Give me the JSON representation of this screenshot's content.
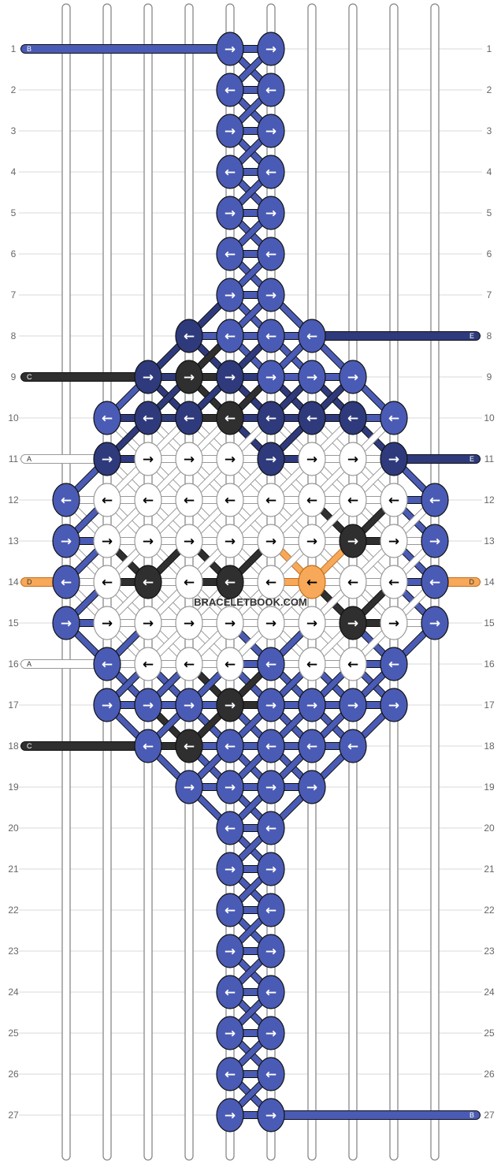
{
  "watermark": "BRACELETBOOK.COM",
  "colors": {
    "A": "#ffffff",
    "B": "#4a5bb5",
    "C": "#2f2f2f",
    "D": "#f7a858",
    "E": "#2e3a7c"
  },
  "rows": [
    "1",
    "2",
    "3",
    "4",
    "5",
    "6",
    "7",
    "8",
    "9",
    "10",
    "11",
    "12",
    "13",
    "14",
    "15",
    "16",
    "17",
    "18",
    "19",
    "20",
    "21",
    "22",
    "23",
    "24",
    "25",
    "26",
    "27"
  ],
  "side_strands": [
    {
      "row": 1,
      "side": "left",
      "label": "B",
      "color": "B"
    },
    {
      "row": 9,
      "side": "left",
      "label": "C",
      "color": "C"
    },
    {
      "row": 11,
      "side": "left",
      "label": "A",
      "color": "A"
    },
    {
      "row": 14,
      "side": "left",
      "label": "D",
      "color": "D"
    },
    {
      "row": 16,
      "side": "left",
      "label": "A",
      "color": "A"
    },
    {
      "row": 18,
      "side": "left",
      "label": "C",
      "color": "C"
    },
    {
      "row": 8,
      "side": "right",
      "label": "E",
      "color": "E"
    },
    {
      "row": 11,
      "side": "right",
      "label": "E",
      "color": "E"
    },
    {
      "row": 14,
      "side": "right",
      "label": "D",
      "color": "D"
    },
    {
      "row": 27,
      "side": "right",
      "label": "B",
      "color": "B"
    }
  ],
  "knots": [
    {
      "row": 1,
      "col": 6,
      "dir": "→",
      "color": "B"
    },
    {
      "row": 1,
      "col": 7,
      "dir": "→",
      "color": "B"
    },
    {
      "row": 2,
      "col": 6,
      "dir": "←",
      "color": "B"
    },
    {
      "row": 2,
      "col": 7,
      "dir": "←",
      "color": "B"
    },
    {
      "row": 3,
      "col": 6,
      "dir": "→",
      "color": "B"
    },
    {
      "row": 3,
      "col": 7,
      "dir": "→",
      "color": "B"
    },
    {
      "row": 4,
      "col": 6,
      "dir": "←",
      "color": "B"
    },
    {
      "row": 4,
      "col": 7,
      "dir": "←",
      "color": "B"
    },
    {
      "row": 5,
      "col": 6,
      "dir": "→",
      "color": "B"
    },
    {
      "row": 5,
      "col": 7,
      "dir": "→",
      "color": "B"
    },
    {
      "row": 6,
      "col": 6,
      "dir": "←",
      "color": "B"
    },
    {
      "row": 6,
      "col": 7,
      "dir": "←",
      "color": "B"
    },
    {
      "row": 7,
      "col": 6,
      "dir": "→",
      "color": "B"
    },
    {
      "row": 7,
      "col": 7,
      "dir": "→",
      "color": "B"
    },
    {
      "row": 8,
      "col": 5,
      "dir": "←",
      "color": "E"
    },
    {
      "row": 8,
      "col": 6,
      "dir": "←",
      "color": "B"
    },
    {
      "row": 8,
      "col": 7,
      "dir": "←",
      "color": "B"
    },
    {
      "row": 8,
      "col": 8,
      "dir": "←",
      "color": "B"
    },
    {
      "row": 9,
      "col": 4,
      "dir": "→",
      "color": "E"
    },
    {
      "row": 9,
      "col": 5,
      "dir": "→",
      "color": "C"
    },
    {
      "row": 9,
      "col": 6,
      "dir": "→",
      "color": "E"
    },
    {
      "row": 9,
      "col": 7,
      "dir": "→",
      "color": "B"
    },
    {
      "row": 9,
      "col": 8,
      "dir": "→",
      "color": "B"
    },
    {
      "row": 9,
      "col": 9,
      "dir": "→",
      "color": "B"
    },
    {
      "row": 10,
      "col": 3,
      "dir": "←",
      "color": "B"
    },
    {
      "row": 10,
      "col": 4,
      "dir": "←",
      "color": "E"
    },
    {
      "row": 10,
      "col": 5,
      "dir": "←",
      "color": "E"
    },
    {
      "row": 10,
      "col": 6,
      "dir": "←",
      "color": "C"
    },
    {
      "row": 10,
      "col": 7,
      "dir": "←",
      "color": "E"
    },
    {
      "row": 10,
      "col": 8,
      "dir": "←",
      "color": "E"
    },
    {
      "row": 10,
      "col": 9,
      "dir": "←",
      "color": "E"
    },
    {
      "row": 10,
      "col": 10,
      "dir": "←",
      "color": "B"
    },
    {
      "row": 11,
      "col": 3,
      "dir": "→",
      "color": "E"
    },
    {
      "row": 11,
      "col": 4,
      "dir": "→",
      "color": "A"
    },
    {
      "row": 11,
      "col": 5,
      "dir": "→",
      "color": "A"
    },
    {
      "row": 11,
      "col": 6,
      "dir": "→",
      "color": "A"
    },
    {
      "row": 11,
      "col": 7,
      "dir": "→",
      "color": "E"
    },
    {
      "row": 11,
      "col": 8,
      "dir": "→",
      "color": "A"
    },
    {
      "row": 11,
      "col": 9,
      "dir": "→",
      "color": "A"
    },
    {
      "row": 11,
      "col": 10,
      "dir": "→",
      "color": "E"
    },
    {
      "row": 12,
      "col": 2,
      "dir": "←",
      "color": "B"
    },
    {
      "row": 12,
      "col": 3,
      "dir": "←",
      "color": "A"
    },
    {
      "row": 12,
      "col": 4,
      "dir": "←",
      "color": "A"
    },
    {
      "row": 12,
      "col": 5,
      "dir": "←",
      "color": "A"
    },
    {
      "row": 12,
      "col": 6,
      "dir": "←",
      "color": "A"
    },
    {
      "row": 12,
      "col": 7,
      "dir": "←",
      "color": "A"
    },
    {
      "row": 12,
      "col": 8,
      "dir": "←",
      "color": "A"
    },
    {
      "row": 12,
      "col": 9,
      "dir": "←",
      "color": "A"
    },
    {
      "row": 12,
      "col": 10,
      "dir": "←",
      "color": "A"
    },
    {
      "row": 12,
      "col": 11,
      "dir": "←",
      "color": "B"
    },
    {
      "row": 13,
      "col": 2,
      "dir": "→",
      "color": "B"
    },
    {
      "row": 13,
      "col": 3,
      "dir": "→",
      "color": "A"
    },
    {
      "row": 13,
      "col": 4,
      "dir": "→",
      "color": "A"
    },
    {
      "row": 13,
      "col": 5,
      "dir": "→",
      "color": "A"
    },
    {
      "row": 13,
      "col": 6,
      "dir": "→",
      "color": "A"
    },
    {
      "row": 13,
      "col": 7,
      "dir": "→",
      "color": "A"
    },
    {
      "row": 13,
      "col": 8,
      "dir": "→",
      "color": "A"
    },
    {
      "row": 13,
      "col": 9,
      "dir": "→",
      "color": "C"
    },
    {
      "row": 13,
      "col": 10,
      "dir": "→",
      "color": "A"
    },
    {
      "row": 13,
      "col": 11,
      "dir": "→",
      "color": "B"
    },
    {
      "row": 14,
      "col": 2,
      "dir": "←",
      "color": "B"
    },
    {
      "row": 14,
      "col": 3,
      "dir": "←",
      "color": "A"
    },
    {
      "row": 14,
      "col": 4,
      "dir": "←",
      "color": "C"
    },
    {
      "row": 14,
      "col": 5,
      "dir": "←",
      "color": "A"
    },
    {
      "row": 14,
      "col": 6,
      "dir": "←",
      "color": "C"
    },
    {
      "row": 14,
      "col": 7,
      "dir": "←",
      "color": "A"
    },
    {
      "row": 14,
      "col": 8,
      "dir": "←",
      "color": "D"
    },
    {
      "row": 14,
      "col": 9,
      "dir": "←",
      "color": "A"
    },
    {
      "row": 14,
      "col": 10,
      "dir": "←",
      "color": "A"
    },
    {
      "row": 14,
      "col": 11,
      "dir": "←",
      "color": "B"
    },
    {
      "row": 15,
      "col": 2,
      "dir": "→",
      "color": "B"
    },
    {
      "row": 15,
      "col": 3,
      "dir": "→",
      "color": "A"
    },
    {
      "row": 15,
      "col": 4,
      "dir": "→",
      "color": "A"
    },
    {
      "row": 15,
      "col": 5,
      "dir": "→",
      "color": "A"
    },
    {
      "row": 15,
      "col": 6,
      "dir": "→",
      "color": "A"
    },
    {
      "row": 15,
      "col": 7,
      "dir": "→",
      "color": "A"
    },
    {
      "row": 15,
      "col": 8,
      "dir": "→",
      "color": "A"
    },
    {
      "row": 15,
      "col": 9,
      "dir": "→",
      "color": "C"
    },
    {
      "row": 15,
      "col": 10,
      "dir": "→",
      "color": "A"
    },
    {
      "row": 15,
      "col": 11,
      "dir": "→",
      "color": "B"
    },
    {
      "row": 16,
      "col": 3,
      "dir": "←",
      "color": "B"
    },
    {
      "row": 16,
      "col": 4,
      "dir": "←",
      "color": "A"
    },
    {
      "row": 16,
      "col": 5,
      "dir": "←",
      "color": "A"
    },
    {
      "row": 16,
      "col": 6,
      "dir": "←",
      "color": "A"
    },
    {
      "row": 16,
      "col": 7,
      "dir": "←",
      "color": "B"
    },
    {
      "row": 16,
      "col": 8,
      "dir": "←",
      "color": "A"
    },
    {
      "row": 16,
      "col": 9,
      "dir": "←",
      "color": "A"
    },
    {
      "row": 16,
      "col": 10,
      "dir": "←",
      "color": "B"
    },
    {
      "row": 17,
      "col": 3,
      "dir": "→",
      "color": "B"
    },
    {
      "row": 17,
      "col": 4,
      "dir": "→",
      "color": "B"
    },
    {
      "row": 17,
      "col": 5,
      "dir": "→",
      "color": "B"
    },
    {
      "row": 17,
      "col": 6,
      "dir": "→",
      "color": "C"
    },
    {
      "row": 17,
      "col": 7,
      "dir": "→",
      "color": "B"
    },
    {
      "row": 17,
      "col": 8,
      "dir": "→",
      "color": "B"
    },
    {
      "row": 17,
      "col": 9,
      "dir": "→",
      "color": "B"
    },
    {
      "row": 17,
      "col": 10,
      "dir": "→",
      "color": "B"
    },
    {
      "row": 18,
      "col": 4,
      "dir": "←",
      "color": "B"
    },
    {
      "row": 18,
      "col": 5,
      "dir": "←",
      "color": "C"
    },
    {
      "row": 18,
      "col": 6,
      "dir": "←",
      "color": "B"
    },
    {
      "row": 18,
      "col": 7,
      "dir": "←",
      "color": "B"
    },
    {
      "row": 18,
      "col": 8,
      "dir": "←",
      "color": "B"
    },
    {
      "row": 18,
      "col": 9,
      "dir": "←",
      "color": "B"
    },
    {
      "row": 19,
      "col": 5,
      "dir": "→",
      "color": "B"
    },
    {
      "row": 19,
      "col": 6,
      "dir": "→",
      "color": "B"
    },
    {
      "row": 19,
      "col": 7,
      "dir": "→",
      "color": "B"
    },
    {
      "row": 19,
      "col": 8,
      "dir": "→",
      "color": "B"
    },
    {
      "row": 20,
      "col": 6,
      "dir": "←",
      "color": "B"
    },
    {
      "row": 20,
      "col": 7,
      "dir": "←",
      "color": "B"
    },
    {
      "row": 21,
      "col": 6,
      "dir": "→",
      "color": "B"
    },
    {
      "row": 21,
      "col": 7,
      "dir": "→",
      "color": "B"
    },
    {
      "row": 22,
      "col": 6,
      "dir": "←",
      "color": "B"
    },
    {
      "row": 22,
      "col": 7,
      "dir": "←",
      "color": "B"
    },
    {
      "row": 23,
      "col": 6,
      "dir": "→",
      "color": "B"
    },
    {
      "row": 23,
      "col": 7,
      "dir": "→",
      "color": "B"
    },
    {
      "row": 24,
      "col": 6,
      "dir": "←",
      "color": "B"
    },
    {
      "row": 24,
      "col": 7,
      "dir": "←",
      "color": "B"
    },
    {
      "row": 25,
      "col": 6,
      "dir": "→",
      "color": "B"
    },
    {
      "row": 25,
      "col": 7,
      "dir": "→",
      "color": "B"
    },
    {
      "row": 26,
      "col": 6,
      "dir": "←",
      "color": "B"
    },
    {
      "row": 26,
      "col": 7,
      "dir": "←",
      "color": "B"
    },
    {
      "row": 27,
      "col": 6,
      "dir": "→",
      "color": "B"
    },
    {
      "row": 27,
      "col": 7,
      "dir": "→",
      "color": "B"
    }
  ]
}
